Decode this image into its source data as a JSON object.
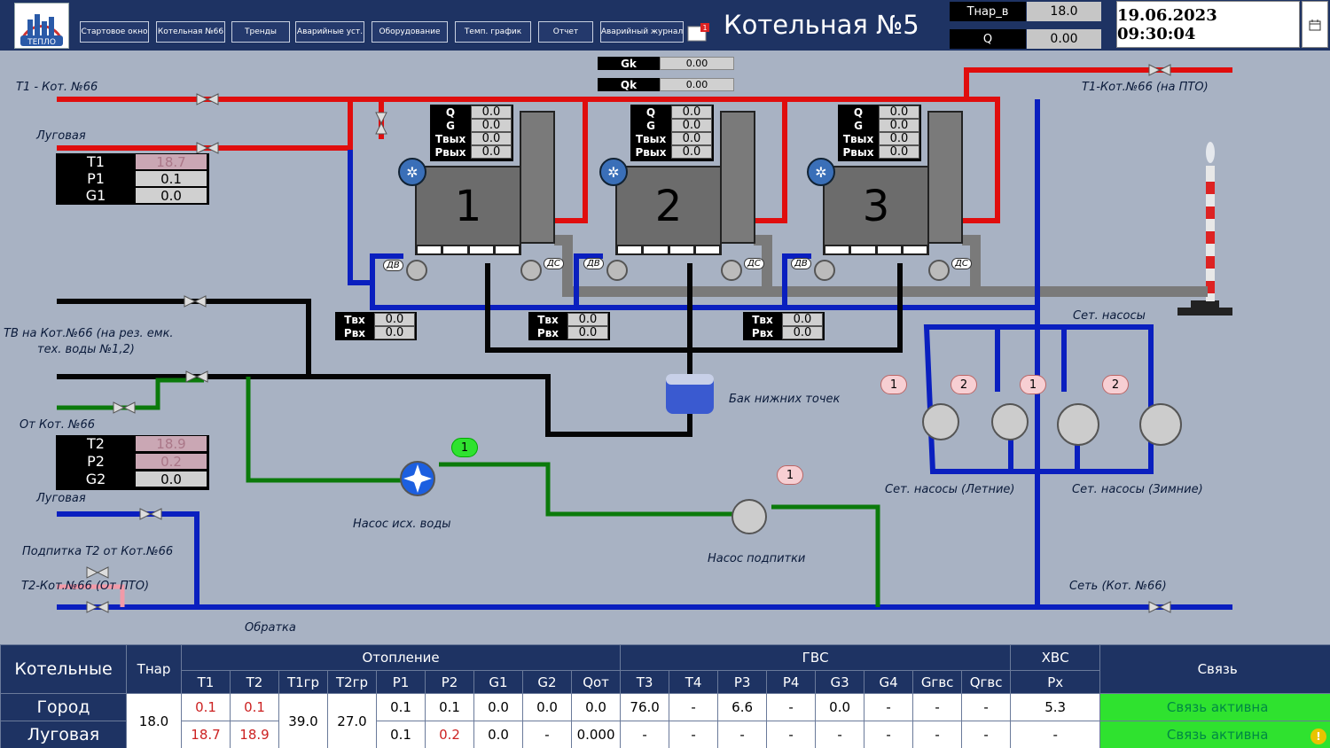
{
  "header": {
    "nav": [
      "Стартовое окно",
      "Котельная №66",
      "Тренды",
      "Аварийные уст.",
      "Оборудование",
      "Темп. график",
      "Отчет",
      "Аварийный журнал"
    ],
    "title": "Котельная №5",
    "t_nar_label": "Тнар_в",
    "t_nar_value": "18.0",
    "q_label": "Q",
    "q_value": "0.00",
    "datetime": "19.06.2023 09:30:04"
  },
  "top": {
    "gk_label": "Gk",
    "gk_value": "0.00",
    "qk_label": "Qk",
    "qk_value": "0.00"
  },
  "labels": {
    "t1_kot66": "Т1 - Кот. №66",
    "lugovaya1": "Луговая",
    "t1_kot66_pto": "Т1-Кот.№66 (на ПТО)",
    "tv_kot66": "ТВ на Кот.№66 (на рез. емк.",
    "tv_kot66_2": "тех. воды №1,2)",
    "ot_kot66": "От Кот. №66",
    "lugovaya2": "Луговая",
    "podpitka": "Подпитка Т2 от Кот.№66",
    "t2_kot66": "Т2-Кот.№66 (От ПТО)",
    "obratka": "Обратка",
    "bak": "Бак нижних точек",
    "nasos_ish": "Насос исх. воды",
    "nasos_podp": "Насос подпитки",
    "set_nasosy": "Сет. насосы",
    "set_summer": "Сет. насосы (Летние)",
    "set_winter": "Сет. насосы (Зимние)",
    "set_kot66": "Сеть (Кот. №66)",
    "dv": "ДВ",
    "ds": "ДС"
  },
  "left_in": {
    "rows": [
      {
        "k": "T1",
        "v": "18.7",
        "bad": true
      },
      {
        "k": "P1",
        "v": "0.1",
        "bad": false
      },
      {
        "k": "G1",
        "v": "0.0",
        "bad": false
      }
    ]
  },
  "left_out": {
    "rows": [
      {
        "k": "T2",
        "v": "18.9",
        "bad": true
      },
      {
        "k": "P2",
        "v": "0.2",
        "bad": true
      },
      {
        "k": "G2",
        "v": "0.0",
        "bad": false
      }
    ]
  },
  "boilers": [
    {
      "num": "1",
      "q": "0.0",
      "g": "0.0",
      "tout": "0.0",
      "pout": "0.0",
      "tin": "0.0",
      "pin": "0.0"
    },
    {
      "num": "2",
      "q": "0.0",
      "g": "0.0",
      "tout": "0.0",
      "pout": "0.0",
      "tin": "0.0",
      "pin": "0.0"
    },
    {
      "num": "3",
      "q": "0.0",
      "g": "0.0",
      "tout": "0.0",
      "pout": "0.0",
      "tin": "0.0",
      "pin": "0.0"
    }
  ],
  "boiler_keys": {
    "q": "Q",
    "g": "G",
    "tout": "Твых",
    "pout": "Рвых",
    "tin": "Твх",
    "pin": "Рвх"
  },
  "pump_badges": {
    "set": [
      "1",
      "2",
      "1",
      "2"
    ],
    "ish": "1",
    "podp": "1"
  },
  "table": {
    "h_kotelnye": "Котельные",
    "h_tnar": "Тнар",
    "h_otopl": "Отопление",
    "h_gvs": "ГВС",
    "h_hvs": "ХВС",
    "h_svyaz": "Связь",
    "cols": [
      "T1",
      "T2",
      "T1гр",
      "T2гр",
      "P1",
      "P2",
      "G1",
      "G2",
      "Qот",
      "T3",
      "T4",
      "P3",
      "P4",
      "G3",
      "G4",
      "Gгвс",
      "Qгвс",
      "Px"
    ],
    "tnar": "18.0",
    "t1gr": "39.0",
    "t2gr": "27.0",
    "rows": [
      {
        "name": "Город",
        "T1": "0.1",
        "T2": "0.1",
        "P1": "0.1",
        "P2": "0.1",
        "G1": "0.0",
        "G2": "0.0",
        "Qot": "0.0",
        "T3": "76.0",
        "T4": "-",
        "P3": "6.6",
        "P4": "-",
        "G3": "0.0",
        "G4": "-",
        "Ggvs": "-",
        "Qgvs": "-",
        "Px": "5.3",
        "svyaz": "Связь активна"
      },
      {
        "name": "Луговая",
        "T1": "18.7",
        "T2": "18.9",
        "P1": "0.1",
        "P2": "0.2",
        "G1": "0.0",
        "G2": "-",
        "Qot": "0.000",
        "T3": "-",
        "T4": "-",
        "P3": "-",
        "P4": "-",
        "G3": "-",
        "G4": "-",
        "Ggvs": "-",
        "Qgvs": "-",
        "Px": "-",
        "svyaz": "Связь активна"
      }
    ]
  },
  "colors": {
    "red": "#e00d0d",
    "blue": "#0a1fbf",
    "black": "#050505",
    "green": "#0b7a0b",
    "gray": "#7a7a7a",
    "pink": "#f29aa8"
  }
}
